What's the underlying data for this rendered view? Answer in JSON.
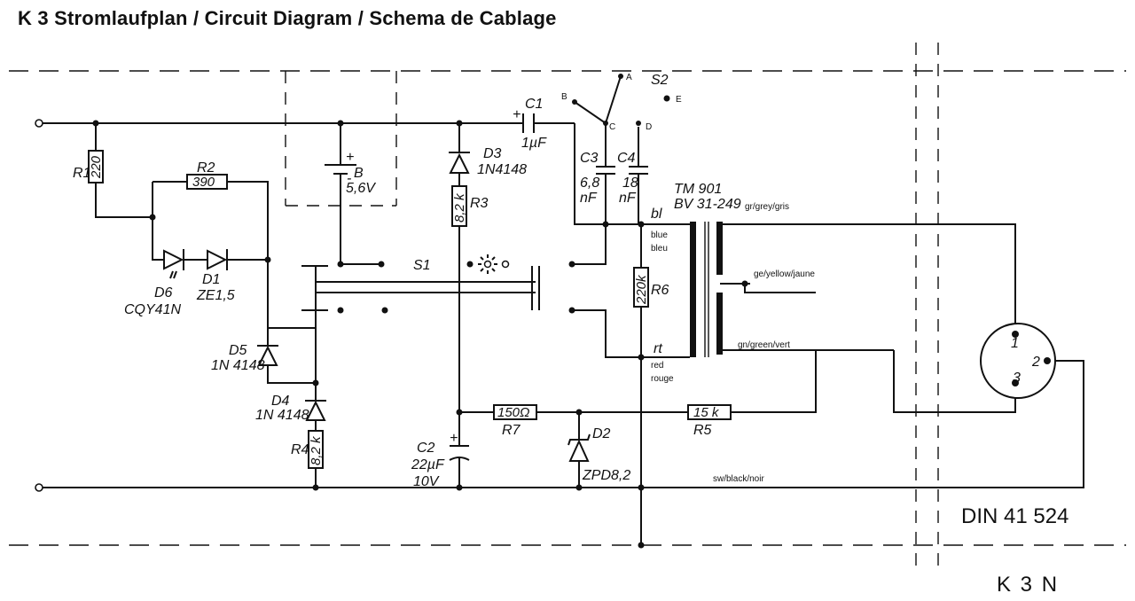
{
  "title": "K 3   Stromlaufplan  / Circuit Diagram  /  Schema de Cablage",
  "page_code": "K 3 N",
  "norm": "DIN 41 524",
  "components": {
    "R1": {
      "label": "R1",
      "value": "220"
    },
    "R2": {
      "label": "R2",
      "value": "390"
    },
    "R3": {
      "label": "R3",
      "value": "8,2 k"
    },
    "R4": {
      "label": "R4",
      "value": "8,2 k"
    },
    "R5": {
      "label": "R5",
      "value": "15 k"
    },
    "R6": {
      "label": "R6",
      "value": "220k"
    },
    "R7": {
      "label": "R7",
      "value": "150Ω"
    },
    "C1": {
      "label": "C1",
      "value": "1µF"
    },
    "C2": {
      "label": "C2",
      "value1": "22µF",
      "value2": "10V"
    },
    "C3": {
      "label": "C3",
      "value1": "6,8",
      "value2": "nF"
    },
    "C4": {
      "label": "C4",
      "value1": "18",
      "value2": "nF"
    },
    "B": {
      "label": "B",
      "value": "5,6V"
    },
    "D1": {
      "label": "D1",
      "value": "ZE1,5"
    },
    "D2": {
      "label": "D2",
      "value": "ZPD8,2"
    },
    "D3": {
      "label": "D3",
      "value": "1N4148"
    },
    "D4": {
      "label": "D4",
      "value": "1N 4148"
    },
    "D5": {
      "label": "D5",
      "value": "1N 4148"
    },
    "D6": {
      "label": "D6",
      "value": "CQY41N"
    },
    "S1": {
      "label": "S1"
    },
    "S2": {
      "label": "S2",
      "contacts": [
        "A",
        "B",
        "C",
        "D",
        "E"
      ]
    },
    "transformer": {
      "name": "TM 901",
      "type": "BV 31-249"
    }
  },
  "wires": {
    "bl": "bl",
    "blue": "blue",
    "bleu": "bleu",
    "rt": "rt",
    "red": "red",
    "rouge": "rouge",
    "grey": "gr/grey/gris",
    "yellow": "ge/yellow/jaune",
    "green": "gn/green/vert",
    "black": "sw/black/noir"
  },
  "plus_sign": "+",
  "minus_sign": "-",
  "connector_pins": [
    "1",
    "2",
    "3"
  ]
}
